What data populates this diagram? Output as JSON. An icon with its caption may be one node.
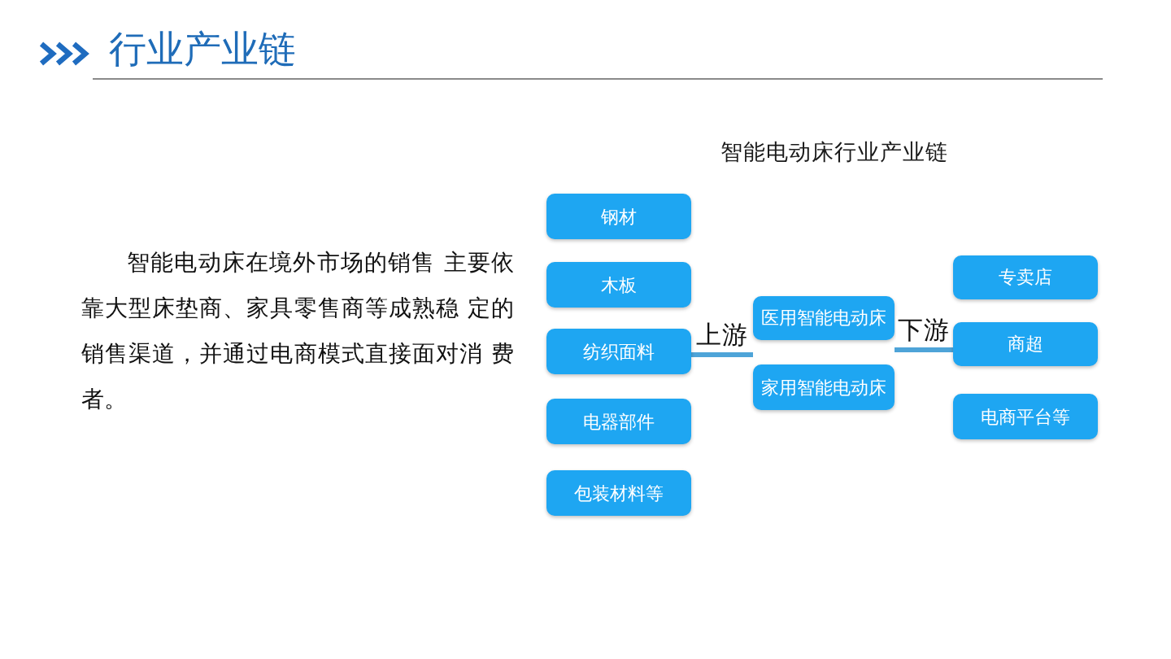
{
  "diagram": {
    "title": "行业产业链",
    "nodes": [
      {
        "text": [
          "钢材"
        ]
      },
      {
        "text": [
          "木板"
        ]
      },
      {
        "text": [
          "纺织面料"
        ]
      },
      {
        "text": [
          "电器部件"
        ]
      },
      {
        "text": [
          "包装材料等"
        ]
      },
      {
        "text": [
          "医用智能电动床"
        ]
      },
      {
        "text": [
          "家用智能电动床"
        ]
      },
      {
        "text": [
          "专卖店"
        ]
      },
      {
        "text": [
          "商超"
        ]
      },
      {
        "text": [
          "电商平台等"
        ]
      }
    ],
    "edges": [
      {
        "from": 2,
        "to": 5,
        "arrow": "none",
        "label": "上游"
      },
      {
        "from": 2,
        "to": 6,
        "arrow": "none"
      },
      {
        "from": 5,
        "to": 8,
        "arrow": "none",
        "label": "下游"
      },
      {
        "from": 6,
        "to": 8,
        "arrow": "none"
      }
    ],
    "labels": [
      "智能电动床行业产业链",
      "智能电动床在境外市场的销售 主要依靠大型床垫商、家具零售商等成熟稳 定的销售渠道，并通过电商模式直接面对消 费者。"
    ]
  }
}
